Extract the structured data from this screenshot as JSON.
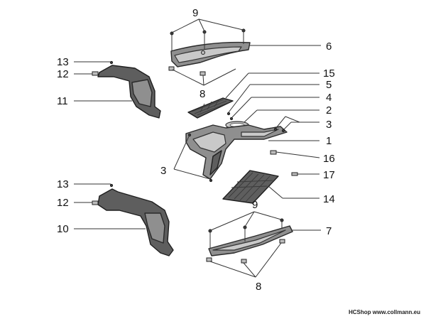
{
  "callouts": {
    "c1": "1",
    "c2": "2",
    "c3a": "3",
    "c3b": "3",
    "c4": "4",
    "c5": "5",
    "c6": "6",
    "c7": "7",
    "c8a": "8",
    "c8b": "8",
    "c9a": "9",
    "c9b": "9",
    "c10": "10",
    "c11": "11",
    "c12a": "12",
    "c12b": "12",
    "c13a": "13",
    "c13b": "13",
    "c14": "14",
    "c15": "15",
    "c16": "16",
    "c17": "17"
  },
  "watermark": "HCShop www.collmann.eu"
}
